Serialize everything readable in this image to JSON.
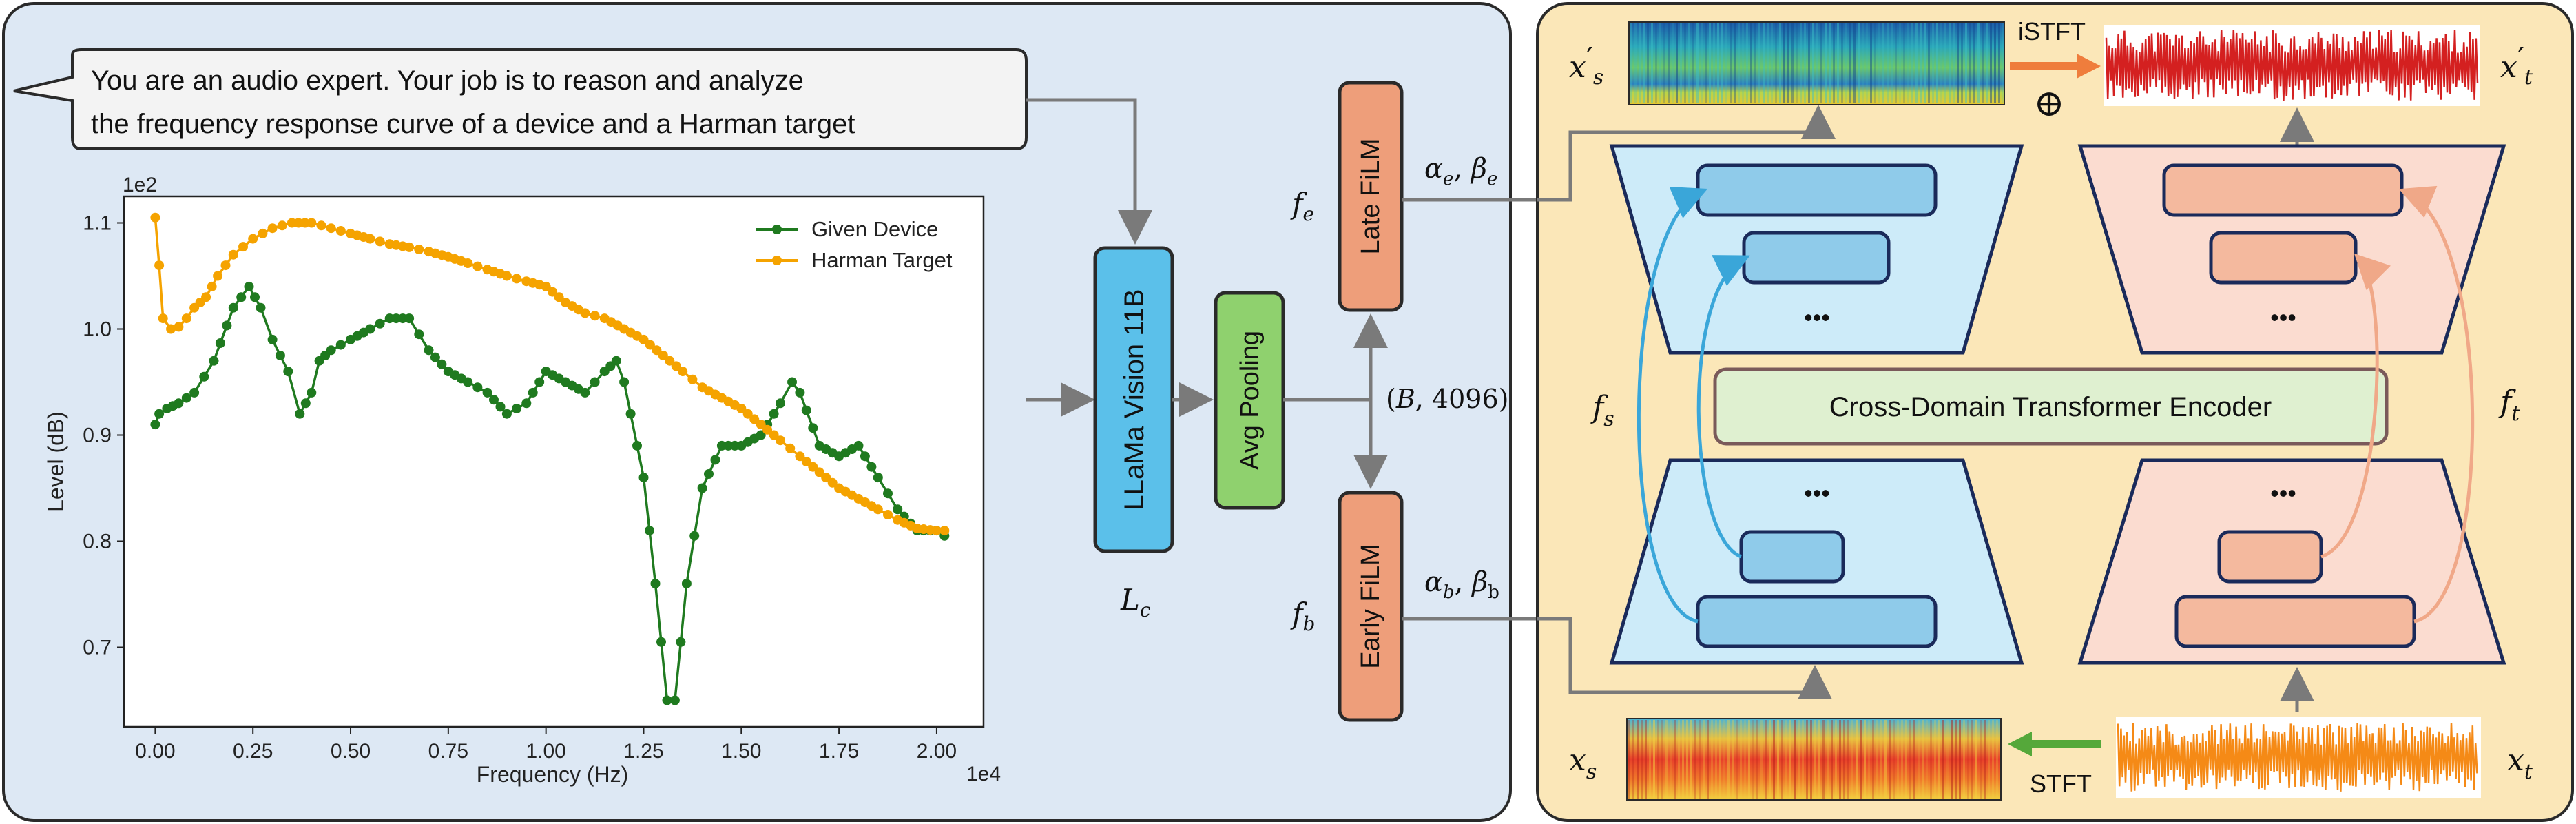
{
  "prompt": {
    "line1": "You are an audio expert. Your job is to reason and analyze",
    "line2": "the frequency response curve of a device and a Harman target"
  },
  "chart_data": {
    "type": "line",
    "title": "",
    "xlabel": "Frequency (Hz)",
    "ylabel": "Level (dB)",
    "x_scale_label": "1e4",
    "y_scale_label": "1e2",
    "xlim": [
      -0.08,
      2.12
    ],
    "ylim": [
      0.625,
      1.125
    ],
    "x_ticks": [
      0.0,
      0.25,
      0.5,
      0.75,
      1.0,
      1.25,
      1.5,
      1.75,
      2.0
    ],
    "x_tick_labels": [
      "0.00",
      "0.25",
      "0.50",
      "0.75",
      "1.00",
      "1.25",
      "1.50",
      "1.75",
      "2.00"
    ],
    "y_ticks": [
      0.7,
      0.8,
      0.9,
      1.0,
      1.1
    ],
    "y_tick_labels": [
      "0.7",
      "0.8",
      "0.9",
      "1.0",
      "1.1"
    ],
    "legend_position": "top-right",
    "series": [
      {
        "name": "Given Device",
        "color": "#1f7a1f",
        "x": [
          0.0,
          0.01,
          0.03,
          0.06,
          0.1,
          0.15,
          0.2,
          0.24,
          0.27,
          0.3,
          0.34,
          0.37,
          0.4,
          0.42,
          0.45,
          0.5,
          0.55,
          0.6,
          0.65,
          0.7,
          0.75,
          0.8,
          0.85,
          0.9,
          0.95,
          1.0,
          1.05,
          1.1,
          1.15,
          1.18,
          1.2,
          1.25,
          1.28,
          1.31,
          1.33,
          1.36,
          1.4,
          1.45,
          1.5,
          1.55,
          1.6,
          1.63,
          1.65,
          1.7,
          1.75,
          1.8,
          1.85,
          1.9,
          1.95,
          2.0,
          2.02
        ],
        "y": [
          0.91,
          0.92,
          0.925,
          0.93,
          0.94,
          0.97,
          1.02,
          1.04,
          1.02,
          0.99,
          0.96,
          0.92,
          0.94,
          0.97,
          0.98,
          0.99,
          1.0,
          1.01,
          1.01,
          0.98,
          0.96,
          0.95,
          0.94,
          0.92,
          0.93,
          0.96,
          0.95,
          0.94,
          0.96,
          0.97,
          0.95,
          0.86,
          0.76,
          0.65,
          0.65,
          0.76,
          0.85,
          0.89,
          0.89,
          0.9,
          0.93,
          0.95,
          0.94,
          0.89,
          0.88,
          0.89,
          0.86,
          0.83,
          0.81,
          0.81,
          0.805
        ]
      },
      {
        "name": "Harman Target",
        "color": "#f5a300",
        "x": [
          0.0,
          0.01,
          0.02,
          0.04,
          0.06,
          0.08,
          0.1,
          0.13,
          0.16,
          0.2,
          0.25,
          0.3,
          0.35,
          0.4,
          0.45,
          0.5,
          0.55,
          0.6,
          0.65,
          0.7,
          0.75,
          0.8,
          0.85,
          0.9,
          0.95,
          1.0,
          1.05,
          1.1,
          1.15,
          1.2,
          1.25,
          1.3,
          1.35,
          1.4,
          1.45,
          1.5,
          1.55,
          1.6,
          1.65,
          1.7,
          1.75,
          1.8,
          1.85,
          1.9,
          1.95,
          2.0,
          2.02
        ],
        "y": [
          1.105,
          1.06,
          1.01,
          1.0,
          1.002,
          1.01,
          1.02,
          1.03,
          1.05,
          1.07,
          1.085,
          1.095,
          1.1,
          1.1,
          1.095,
          1.09,
          1.085,
          1.08,
          1.077,
          1.073,
          1.068,
          1.062,
          1.056,
          1.05,
          1.045,
          1.04,
          1.025,
          1.015,
          1.01,
          1.0,
          0.99,
          0.975,
          0.96,
          0.945,
          0.935,
          0.925,
          0.91,
          0.895,
          0.88,
          0.865,
          0.85,
          0.84,
          0.83,
          0.82,
          0.812,
          0.81,
          0.81
        ]
      }
    ]
  },
  "llama": {
    "label": "LLaMa Vision 11B",
    "var_base": "L",
    "var_sub": "c"
  },
  "pooling": {
    "label": "Avg Pooling"
  },
  "shape_label": {
    "open": "(",
    "var": "B",
    "rest": ", 4096)"
  },
  "late_film": {
    "label": "Late FiLM",
    "var_base": "f",
    "var_sub": "e",
    "alpha": "α",
    "beta": "β",
    "sub": "e",
    "sep": ", "
  },
  "early_film": {
    "label": "Early FiLM",
    "var_base": "f",
    "var_sub": "b",
    "alpha": "α",
    "beta": "β",
    "sub": "b",
    "sep": ", "
  },
  "right_panel": {
    "transformer_label": "Cross-Domain Transformer Encoder",
    "dots": "•••",
    "fs_base": "f",
    "fs_sub": "s",
    "ft_base": "f",
    "ft_sub": "t",
    "istft": "iSTFT",
    "stft": "STFT",
    "oplus": "⊕",
    "xs_top_base": "x",
    "xs_top_prime": "′",
    "xs_top_sub": "s",
    "xt_top_base": "x",
    "xt_top_prime": "′",
    "xt_top_sub": "t",
    "xs_bot_base": "x",
    "xs_bot_sub": "s",
    "xt_bot_base": "x",
    "xt_bot_sub": "t"
  },
  "colors": {
    "left_bg": "#dde8f4",
    "right_bg": "#fbe7b8",
    "llama_fill": "#5bc0ea",
    "pooling_fill": "#8fd16e",
    "film_fill": "#ee9e7a",
    "blue_trap": "#cdebf9",
    "blue_block": "#8fcbea",
    "pink_trap": "#fbdcd0",
    "pink_block": "#f4b99e",
    "transformer_fill": "#dff0d0",
    "skip_blue": "#3aa6d9",
    "skip_pink": "#f0a888",
    "arrow_gray": "#7a7a7a",
    "orange_arrow": "#ef7d3c",
    "green_arrow": "#55a83a",
    "wave_red": "#d42020",
    "wave_orange": "#f58a16"
  }
}
